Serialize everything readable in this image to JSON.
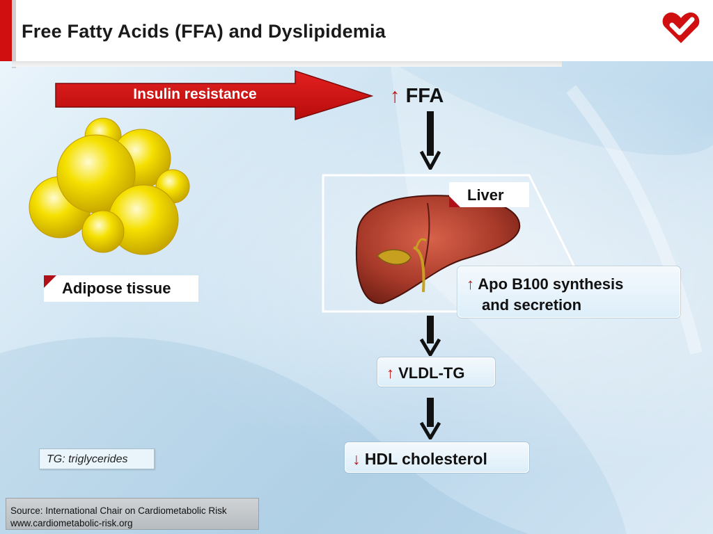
{
  "slide": {
    "title": "Free Fatty Acids (FFA) and Dyslipidemia",
    "brand_color": "#d01010",
    "arrow_color": "#d01010"
  },
  "diagram": {
    "insulin_label": "Insulin resistance",
    "up_symbol": "↑",
    "down_symbol": "↓",
    "ffa": "FFA",
    "adipose_label": "Adipose tissue",
    "liver_label": "Liver",
    "apo_line1": "Apo B100 synthesis",
    "apo_line2": "and secretion",
    "vldl": "VLDL-TG",
    "hdl": "HDL cholesterol"
  },
  "footnote": {
    "abbreviation": "TG: triglycerides",
    "source_line1": "Source: International Chair on Cardiometabolic Risk",
    "source_line2": "www.cardiometabolic-risk.org"
  },
  "icons": [
    "heart-checkmark-logo-icon",
    "fat-cells-icon",
    "liver-icon",
    "down-arrow-icon"
  ]
}
